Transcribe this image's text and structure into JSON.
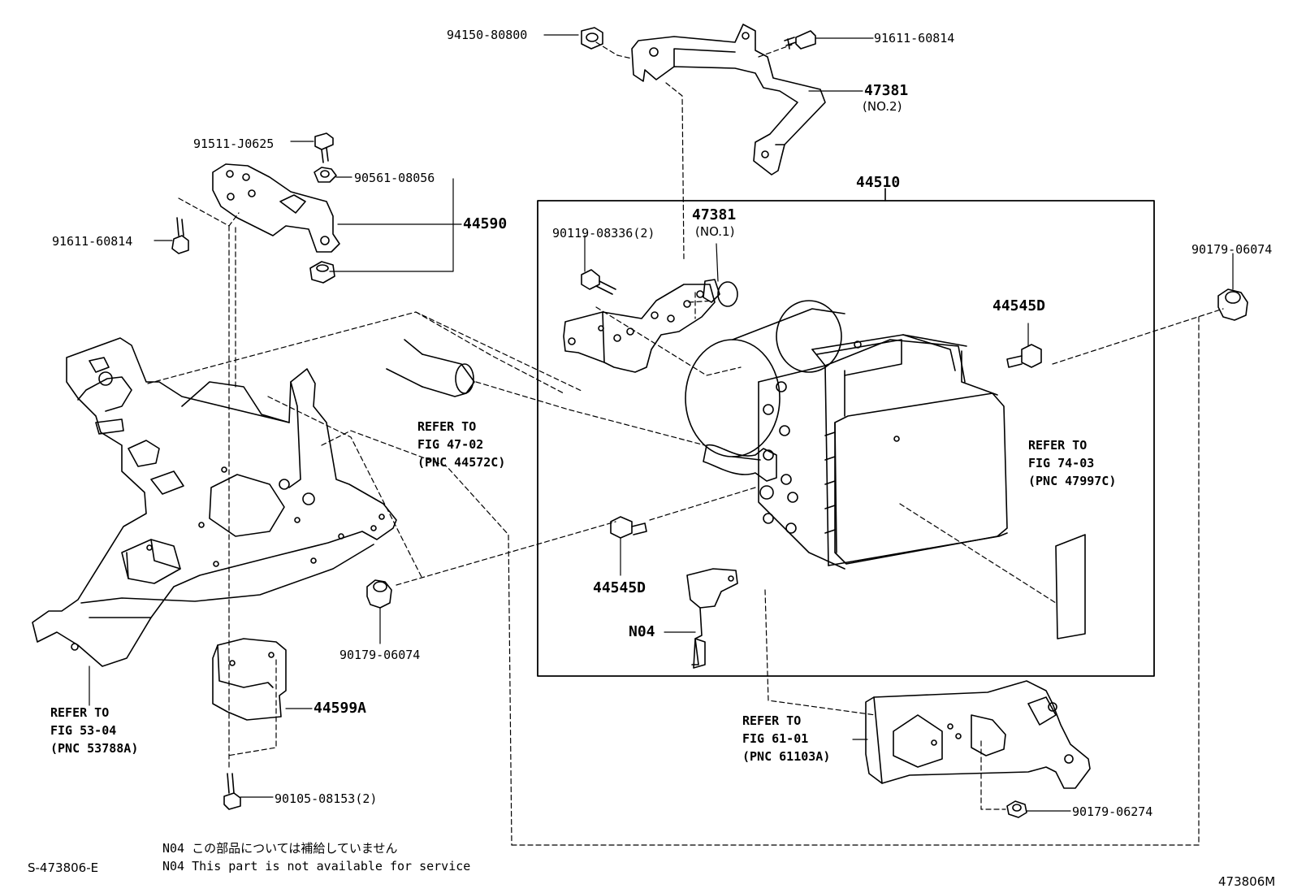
{
  "parts": {
    "p94150": "94150-80800",
    "p91611_top": "91611-60814",
    "p47381_no2": "47381",
    "p47381_no2_sub": "(NO.2)",
    "p91511": "91511-J0625",
    "p90561": "90561-08056",
    "p44590": "44590",
    "p91611_left": "91611-60814",
    "p44510": "44510",
    "p47381_no1": "47381",
    "p47381_no1_sub": "(NO.1)",
    "p90119": "90119-08336(2)",
    "p44545D_top": "44545D",
    "p90179_right": "90179-06074",
    "p44545D_bottom": "44545D",
    "pN04": "N04",
    "p90179_mid": "90179-06074",
    "p44599A": "44599A",
    "p90105": "90105-08153(2)",
    "p90179_06274": "90179-06274"
  },
  "refs": {
    "fig47": [
      "REFER TO",
      "FIG 47-02",
      "(PNC 44572C)"
    ],
    "fig74": [
      "REFER TO",
      "FIG 74-03",
      "(PNC 47997C)"
    ],
    "fig53": [
      "REFER TO",
      "FIG 53-04",
      "(PNC 53788A)"
    ],
    "fig61": [
      "REFER TO",
      "FIG 61-01",
      "(PNC 61103A)"
    ]
  },
  "footer": {
    "drawing_id": "S-473806-E",
    "note_jp": "N04 この部品については補給していません",
    "note_en": "N04 This part is not available for service",
    "figure_code": "473806M"
  }
}
